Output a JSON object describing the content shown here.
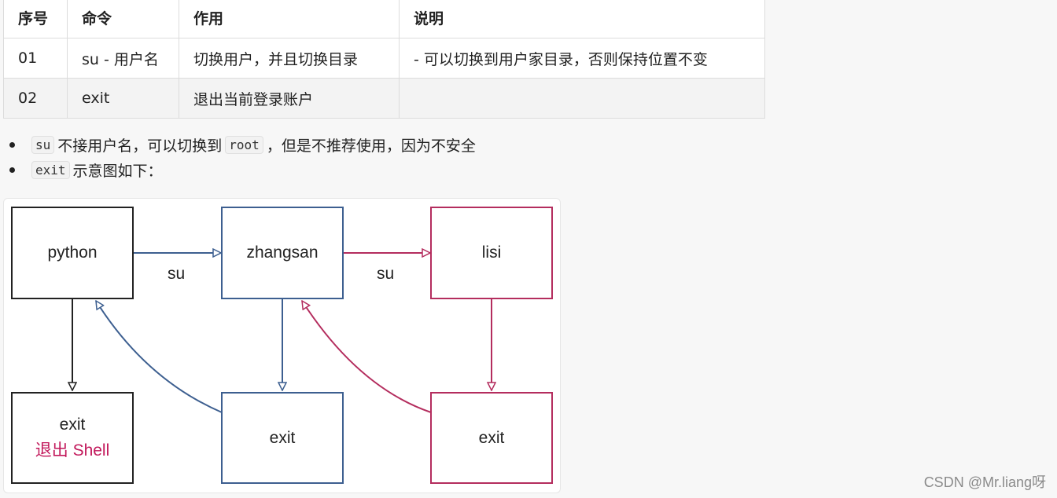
{
  "table": {
    "headers": [
      "序号",
      "命令",
      "作用",
      "说明"
    ],
    "rows": [
      [
        "01",
        "su - 用户名",
        "切换用户，并且切换目录",
        "- 可以切换到用户家目录，否则保持位置不变"
      ],
      [
        "02",
        "exit",
        "退出当前登录账户",
        ""
      ]
    ]
  },
  "bullets": [
    {
      "code1": "su",
      "text1": "不接用户名，可以切换到",
      "code2": "root",
      "text2": "，但是不推荐使用，因为不安全"
    },
    {
      "code1": "exit",
      "text1": "示意图如下："
    }
  ],
  "diagram": {
    "nodes": {
      "python": "python",
      "zhangsan": "zhangsan",
      "lisi": "lisi",
      "exit_python": "exit",
      "exit_python_sub": "退出 Shell",
      "exit_zhangsan": "exit",
      "exit_lisi": "exit"
    },
    "edge_labels": {
      "su_1": "su",
      "su_2": "su"
    },
    "colors": {
      "black": "#222222",
      "blue": "#3d5f90",
      "red": "#b42d5e",
      "accent_text": "#c2185b"
    }
  },
  "watermark": "CSDN @Mr.liang呀"
}
